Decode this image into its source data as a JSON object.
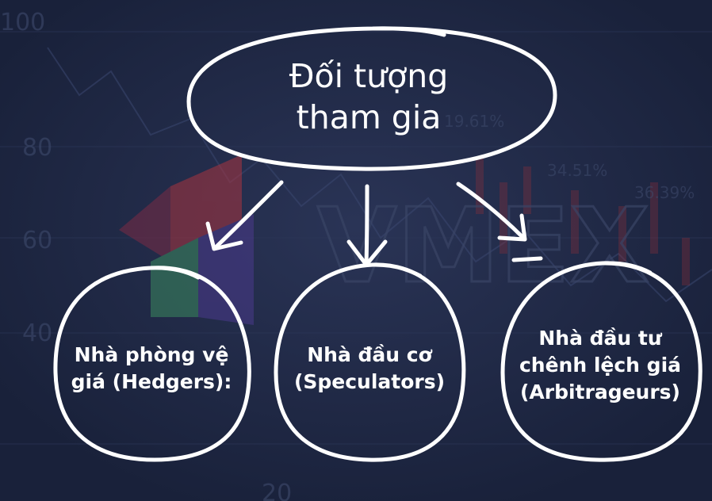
{
  "background": {
    "color": "#1c2540",
    "watermark_text": "VMEX",
    "axis_ticks": [
      "100",
      "80",
      "60",
      "40",
      "20"
    ],
    "percent_labels": [
      "19.61%",
      "34.51%",
      "36.39%"
    ]
  },
  "root": {
    "lines": [
      "Đối tượng",
      "tham gia"
    ]
  },
  "children": [
    {
      "lines": [
        "Nhà phòng vệ",
        "giá (Hedgers):"
      ]
    },
    {
      "lines": [
        "Nhà đầu cơ",
        "(Speculators)"
      ]
    },
    {
      "lines": [
        "Nhà đầu tư",
        "chênh lệch giá",
        "(Arbitrageurs)"
      ]
    }
  ],
  "colors": {
    "text": "#ffffff",
    "outline": "#ffffff",
    "background": "#1c2540",
    "logo_red": "#a9343f",
    "logo_green": "#3b8a5e",
    "logo_purple": "#4b3a8c"
  }
}
